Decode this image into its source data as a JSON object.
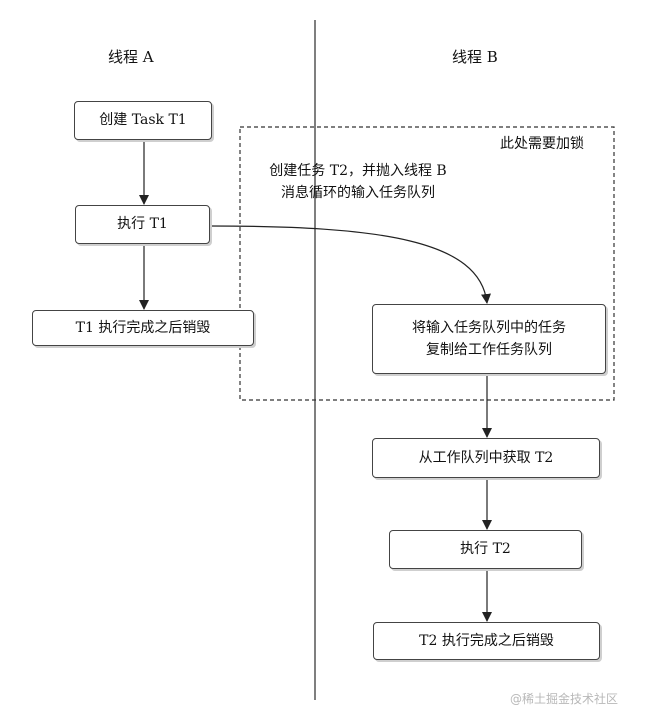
{
  "lanes": {
    "a_title": "线程 A",
    "b_title": "线程 B"
  },
  "lock_region": {
    "label": "此处需要加锁"
  },
  "note": {
    "line1": "创建任务 T2，并抛入线程 B",
    "line2": "消息循环的输入任务队列"
  },
  "thread_a": {
    "create": "创建 Task T1",
    "execute": "执行 T1",
    "destroy": "T1 执行完成之后销毁"
  },
  "thread_b": {
    "copy_line1": "将输入任务队列中的任务",
    "copy_line2": "复制给工作任务队列",
    "fetch": "从工作队列中获取 T2",
    "execute": "执行 T2",
    "destroy": "T2 执行完成之后销毁"
  },
  "watermark": "@稀土掘金技术社区"
}
